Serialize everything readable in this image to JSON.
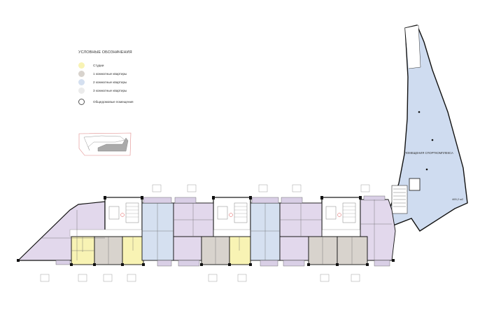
{
  "legend": {
    "title": "УСЛОВНЫЕ ОБОЗНАЧЕНИЯ",
    "items": [
      {
        "label": "Студии",
        "color": "#f8f3b4"
      },
      {
        "label": "1 комнатные квартиры",
        "color": "#d8d3cd"
      },
      {
        "label": "2 комнатные квартиры",
        "color": "#d5e0f0"
      },
      {
        "label": "3 комнатные квартиры",
        "color": "#ebebeb"
      },
      {
        "label": "Общедомовые помещения",
        "color": "#ffffff"
      }
    ]
  },
  "plan": {
    "sports_hall_label": "ПОМЕЩЕНИЯ СПОРТКОМПЛЕКСА",
    "sports_hall_area": "465,2 м2",
    "colors": {
      "studio": "#f8f3b4",
      "one_room": "#d8d3cd",
      "two_room": "#d5e0f0",
      "three_room": "#e2d8ec",
      "hall": "#cfdcf0",
      "wall": "#111111"
    }
  }
}
